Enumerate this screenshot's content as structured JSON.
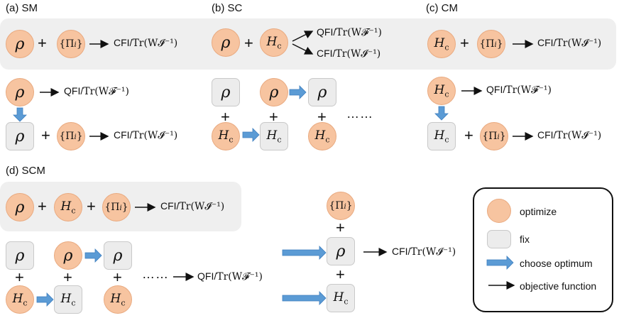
{
  "labels": {
    "a": "(a)  SM",
    "b": "(b)  SC",
    "c": "(c)  CM",
    "d": "(d)  SCM"
  },
  "symbols": {
    "rho": "ρ",
    "hc_main": "H",
    "hc_sub": "c",
    "pi_open": "{Π",
    "pi_sub": "i",
    "pi_close": "}"
  },
  "plus": "+",
  "objectives": {
    "cfi_prefix": "CFI/",
    "qfi_prefix": "QFI/",
    "cfi_math": "Tr(W𝓘⁻¹)",
    "qfi_math": "Tr(W𝓕⁻¹)"
  },
  "dots": "……",
  "legend": {
    "optimize": "optimize",
    "fix": "fix",
    "choose": "choose optimum",
    "objective": "objective function"
  },
  "colors": {
    "optimize": "#f7c4a0",
    "fix": "#ececec",
    "arrow": "#5b9bd5"
  }
}
